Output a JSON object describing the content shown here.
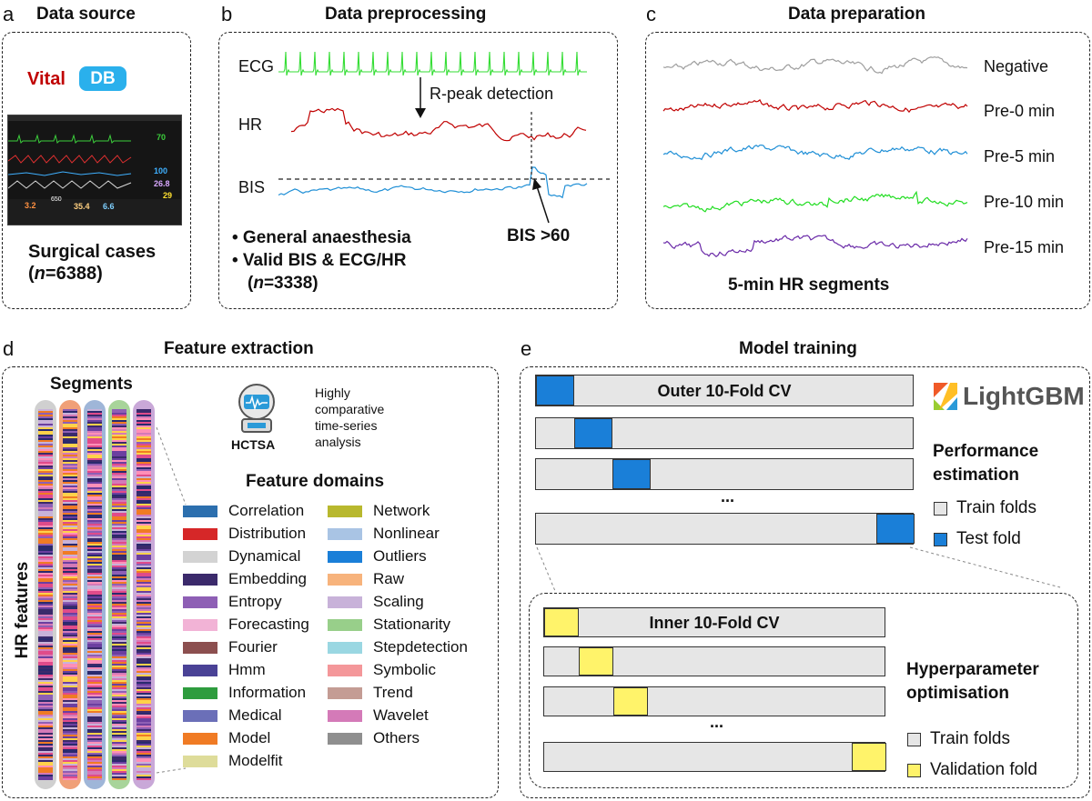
{
  "panels": {
    "a": {
      "letter": "a",
      "title": "Data source",
      "vital": "Vital",
      "db": "DB",
      "caption": "Surgical cases",
      "n_prefix": "(",
      "n_italic": "n",
      "n_value": "=6388)",
      "monitor_values": [
        "70",
        "100",
        "26.8",
        "29",
        "3.2",
        "35.4",
        "6.6",
        "650"
      ]
    },
    "b": {
      "letter": "b",
      "title": "Data preprocessing",
      "ecg": "ECG",
      "hr": "HR",
      "bis": "BIS",
      "rpeak": "R-peak detection",
      "bis_thresh": "BIS >60",
      "bullet1": "• General anaesthesia",
      "bullet2": "• Valid BIS & ECG/HR",
      "n_prefix": "(",
      "n_italic": "n",
      "n_value": "=3338)"
    },
    "c": {
      "letter": "c",
      "title": "Data preparation",
      "labels": [
        "Negative",
        "Pre-0 min",
        "Pre-5 min",
        "Pre-10 min",
        "Pre-15 min"
      ],
      "label_colors": [
        "#9e9e9e",
        "#c00000",
        "#1f8fd6",
        "#22dd22",
        "#6a2aa8"
      ],
      "caption": "5-min HR segments"
    },
    "d": {
      "letter": "d",
      "title": "Feature extraction",
      "segments": "Segments",
      "yaxis": "HR features",
      "hctsa": "HCTSA",
      "hctsa_desc": [
        "Highly",
        "comparative",
        "time-series",
        "analysis"
      ],
      "domains_title": "Feature domains",
      "domains_left": [
        {
          "name": "Correlation",
          "color": "#2c6fae"
        },
        {
          "name": "Distribution",
          "color": "#d62728"
        },
        {
          "name": "Dynamical",
          "color": "#d3d3d3"
        },
        {
          "name": "Embedding",
          "color": "#3b2a6b"
        },
        {
          "name": "Entropy",
          "color": "#8e5fb5"
        },
        {
          "name": "Forecasting",
          "color": "#f2b3d6"
        },
        {
          "name": "Fourier",
          "color": "#8c4f4f"
        },
        {
          "name": "Hmm",
          "color": "#4a4296"
        },
        {
          "name": "Information",
          "color": "#2e9c3e"
        },
        {
          "name": "Medical",
          "color": "#6b6fb8"
        },
        {
          "name": "Model",
          "color": "#f07b24"
        },
        {
          "name": "Modelfit",
          "color": "#dedc9a"
        }
      ],
      "domains_right": [
        {
          "name": "Network",
          "color": "#b8b82e"
        },
        {
          "name": "Nonlinear",
          "color": "#a9c4e4"
        },
        {
          "name": "Outliers",
          "color": "#1a7fd8"
        },
        {
          "name": "Raw",
          "color": "#f7b37c"
        },
        {
          "name": "Scaling",
          "color": "#c8b2d9"
        },
        {
          "name": "Stationarity",
          "color": "#98cf8a"
        },
        {
          "name": "Stepdetection",
          "color": "#9ad7e2"
        },
        {
          "name": "Symbolic",
          "color": "#f4979a"
        },
        {
          "name": "Trend",
          "color": "#c49c94"
        },
        {
          "name": "Wavelet",
          "color": "#d47ab8"
        },
        {
          "name": "Others",
          "color": "#8f8f8f"
        }
      ],
      "column_colors": [
        "#d0d0d0",
        "#f0a078",
        "#9fb6d8",
        "#a8d49a",
        "#c9a8d8"
      ]
    },
    "e": {
      "letter": "e",
      "title": "Model training",
      "outer": "Outer 10-Fold CV",
      "inner": "Inner 10-Fold CV",
      "ellipsis": "...",
      "lightgbm": "LightGBM",
      "perf1": "Performance",
      "perf2": "estimation",
      "train": "Train folds",
      "test": "Test fold",
      "hyper1": "Hyperparameter",
      "hyper2": "optimisation",
      "valid": "Validation fold",
      "colors": {
        "test": "#1a7fd8",
        "valid": "#fff36a",
        "train": "#e6e6e6"
      }
    }
  }
}
